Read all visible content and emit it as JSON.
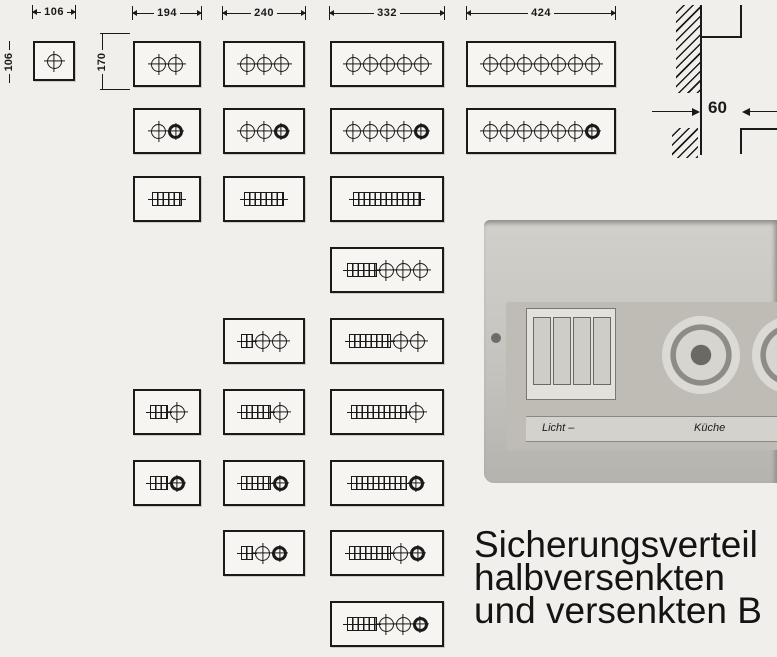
{
  "dimensions": {
    "single_width": "106",
    "single_height": "106",
    "panel_height": "170",
    "col1_width": "194",
    "col2_width": "240",
    "col3_width": "332",
    "col4_width": "424",
    "recess_depth": "60"
  },
  "photo": {
    "label_left": "Licht –",
    "label_mid": "Küche"
  },
  "caption": {
    "line1": "Sicherungsverteil",
    "line2": "halbversenkten",
    "line3": "und versenkten B"
  }
}
